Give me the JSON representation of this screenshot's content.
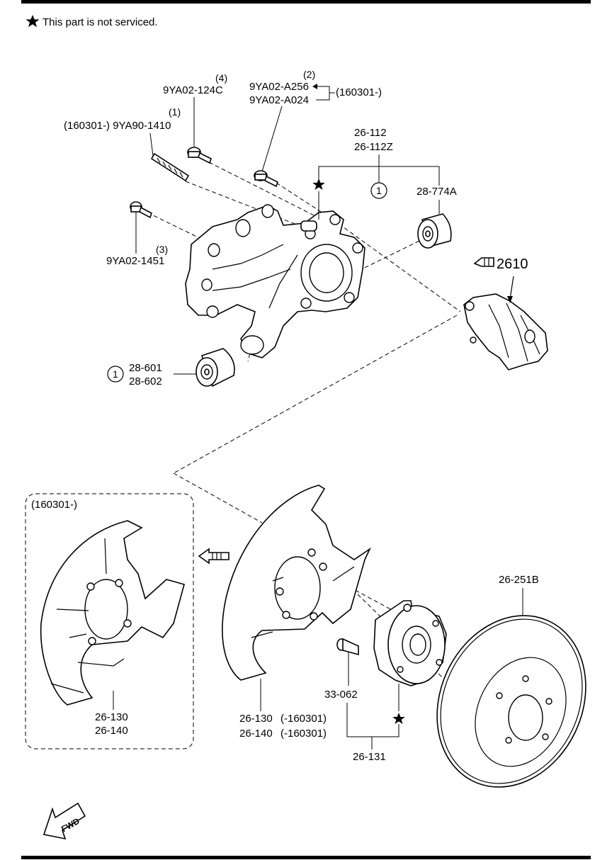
{
  "note": {
    "text": "This part is not serviced."
  },
  "labels": {
    "bolt_4_qty": "(4)",
    "bolt_4_part": "9YA02-124C",
    "nut_2_qty": "(2)",
    "nut_2_part_a": "9YA02-A256",
    "nut_2_part_b": "9YA02-A024",
    "nut_2_date": "(160301-)",
    "stud_1_qty": "(1)",
    "stud_1_part": "(160301-) 9YA90-1410",
    "bolt_3_qty": "(3)",
    "bolt_3_part": "9YA02-1451",
    "knuckle_a": "26-112",
    "knuckle_b": "26-112Z",
    "circle_num": "1",
    "bushing_top": "28-774A",
    "caliper_ref": "2610",
    "bushing_low_a": "28-601",
    "bushing_low_b": "28-602",
    "inset_date": "(160301-)",
    "inset_part_a": "26-130",
    "inset_part_b": "26-140",
    "plate_part_a": "26-130",
    "plate_part_b": "26-140",
    "plate_date_a": "(-160301)",
    "plate_date_b": "(-160301)",
    "hub_bolt": "33-062",
    "hub_assy": "26-131",
    "rotor": "26-251B",
    "fwd": "FWD"
  }
}
